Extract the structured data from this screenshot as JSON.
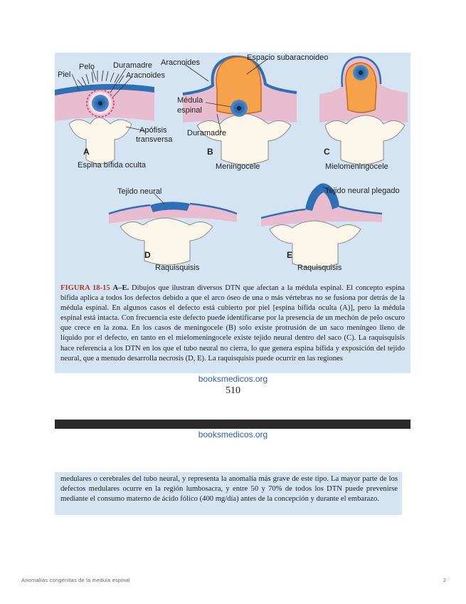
{
  "figure": {
    "panels": [
      {
        "letter": "A",
        "title": "Espina bífida oculta"
      },
      {
        "letter": "B",
        "title": "Meningocele"
      },
      {
        "letter": "C",
        "title": "Mielomeningocele"
      },
      {
        "letter": "D",
        "title": "Raquisquisis"
      },
      {
        "letter": "E",
        "title": "Raquisquisis"
      }
    ],
    "labels": {
      "piel": "Piel",
      "pelo": "Pelo",
      "duramadre_a": "Duramadre",
      "aracnoides_a": "Aracnoides",
      "apofisis": "Apófisis",
      "transversa": "transversa",
      "aracnoides_b": "Aracnoides",
      "espacio": "Espacio subaracnoideo",
      "medula": "Médula",
      "espinal": "espinal",
      "duramadre_b": "Duramadre",
      "tejido_neural": "Tejido neural",
      "tejido_plegado": "Tejido neural plegado"
    },
    "colors": {
      "panel_bg": "#d5e4f3",
      "skin": "#e9bdd0",
      "bone": "#fbf6ea",
      "csf": "#f5a24a",
      "cord": "#2f6fb5",
      "title": "#b0392b"
    }
  },
  "caption": {
    "fig_title": "FIGURA 18-15",
    "panel_range": "A–E.",
    "text": "Dibujos que ilustran diversos DTN que afectan a la médula espinal. El concepto espina bífida aplica a todos los defectos debido a que el arco óseo de una o más vértebras no se fusiona por detrás de la médula espinal. En algunos casos el defecto está cubierto por piel [espina bífida oculta (A)], pero la médula espinal está intacta. Con frecuencia este defecto puede identificarse por la presencia de un mechón de pelo oscuro que crece en la zona. En los casos de meningocele (B) solo existe protrusión de un saco meníngeo lleno de líquido por el defecto, en tanto en el mielomeningocele existe tejido neural dentro del saco (C). La raquisquisis hace referencia a los DTN en los que el tubo neural no cierra, lo que genera espina bífida y exposición del tejido neural, que a menudo desarrolla necrosis (D, E). La raquisquisis puede ocurrir en las regiones"
  },
  "watermark_top": "booksmedicos.org",
  "page_number": "510",
  "watermark_bottom": "booksmedicos.org",
  "continuation": "medulares o cerebrales del tubo neural, y representa la anomalía más grave de este tipo. La mayor parte de los defectos medulares ocurre en la región lumbosacra, y entre 50 y 70% de todos los DTN puede prevenirse mediante el consumo materno de ácido fólico (400 mg/día) antes de la concepción y durante el embarazo.",
  "footer": {
    "left": "Anomalías congénitas de la medula espinal",
    "right": "2"
  }
}
